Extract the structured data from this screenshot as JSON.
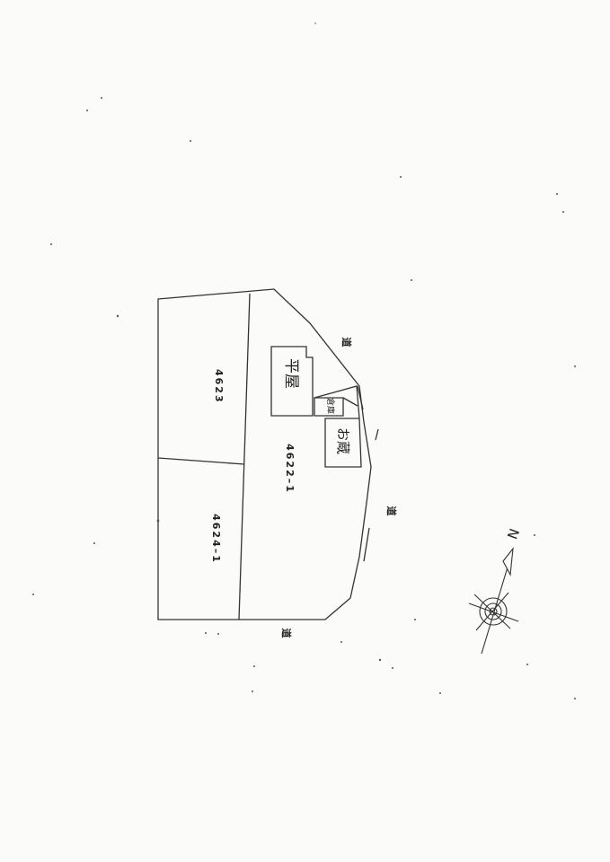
{
  "map": {
    "parcels": {
      "p4623": "4623",
      "p4624_1": "4624–1",
      "p4622_1": "4622–1"
    },
    "buildings": {
      "main_house": "平屋",
      "storehouse": "倉庫",
      "kura": "お蔵"
    },
    "roads": {
      "road_top": "道",
      "road_right": "道",
      "road_bottom": "道"
    },
    "compass": {
      "north_letter": "N"
    }
  }
}
